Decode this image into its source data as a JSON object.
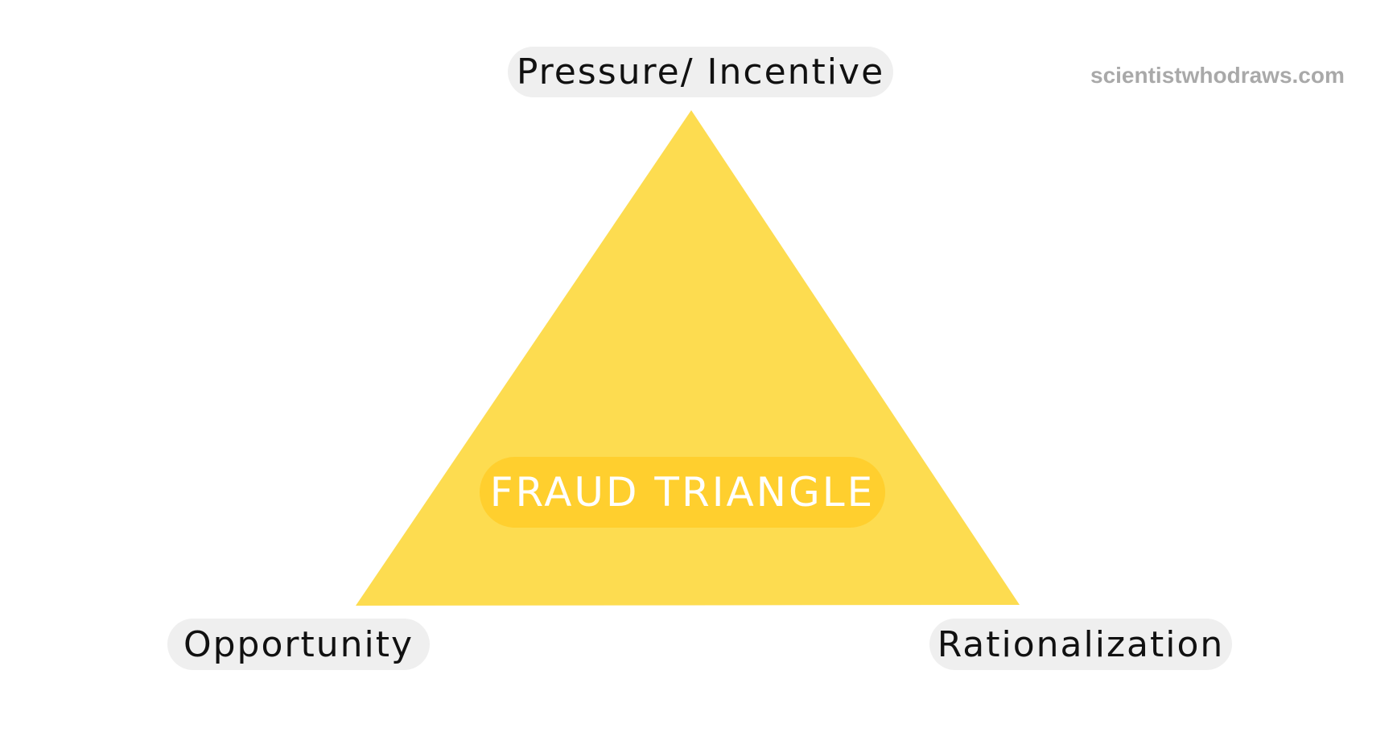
{
  "diagram": {
    "center_label": "FRAUD TRIANGLE",
    "vertices": {
      "top": "Pressure/ Incentive",
      "bottom_left": "Opportunity",
      "bottom_right": "Rationalization"
    },
    "watermark": "scientistwhodraws.com"
  },
  "colors": {
    "triangle_fill": "#fddc50",
    "center_pill_fill": "#ffcf2e",
    "center_label_text": "#ffffff",
    "vertex_pill_fill": "#efefef",
    "vertex_label_text": "#111111",
    "watermark_text": "#a9a9a9",
    "background": "#ffffff"
  }
}
